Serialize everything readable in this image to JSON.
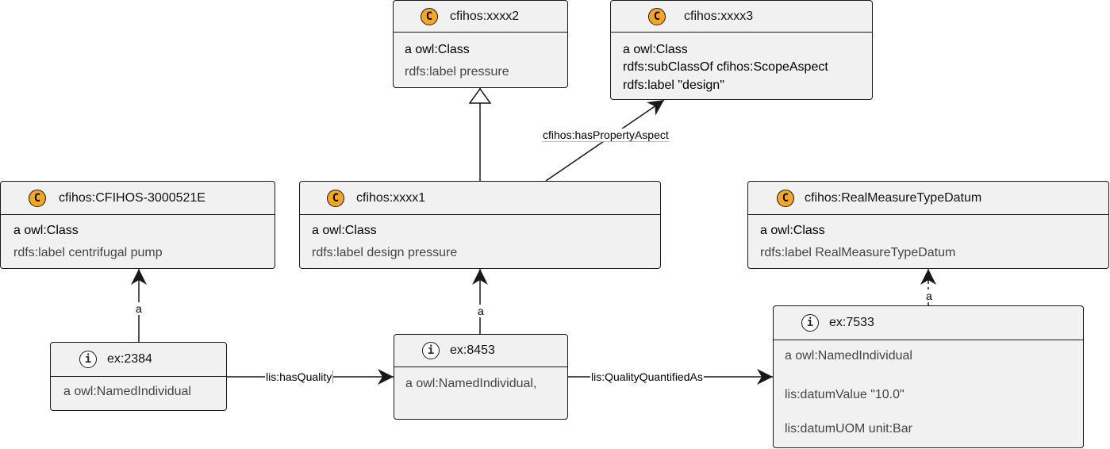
{
  "nodes": {
    "xxxx2": {
      "icon": "C",
      "title": "cfihos:xxxx2",
      "lines": [
        "a owl:Class",
        "rdfs:label pressure"
      ]
    },
    "xxxx3": {
      "icon": "C",
      "title": "cfihos:xxxx3",
      "lines": [
        "a owl:Class",
        "rdfs:subClassOf cfihos:ScopeAspect",
        "rdfs:label \"design\""
      ]
    },
    "cfihos_pump": {
      "icon": "C",
      "title": "cfihos:CFIHOS-3000521E",
      "lines": [
        "a owl:Class",
        "rdfs:label centrifugal pump"
      ]
    },
    "xxxx1": {
      "icon": "C",
      "title": "cfihos:xxxx1",
      "lines": [
        "a owl:Class",
        "rdfs:label design pressure"
      ]
    },
    "realmeasure": {
      "icon": "C",
      "title": "cfihos:RealMeasureTypeDatum",
      "lines": [
        "a owl:Class",
        "rdfs:label RealMeasureTypeDatum"
      ]
    },
    "ex2384": {
      "icon": "i",
      "title": "ex:2384",
      "lines": [
        "a owl:NamedIndividual"
      ]
    },
    "ex8453": {
      "icon": "i",
      "title": "ex:8453",
      "lines": [
        "a owl:NamedIndividual,"
      ]
    },
    "ex7533": {
      "icon": "i",
      "title": "ex:7533",
      "lines": [
        "a owl:NamedIndividual",
        "lis:datumValue \"10.0\"",
        "lis:datumUOM unit:Bar"
      ]
    }
  },
  "edges": {
    "subclass": {
      "label": ""
    },
    "has_property_aspect": {
      "label": "cfihos:hasPropertyAspect"
    },
    "a_2384": {
      "label": "a"
    },
    "a_8453": {
      "label": "a"
    },
    "a_7533": {
      "label": "a"
    },
    "has_quality": {
      "label": "lis:hasQuality"
    },
    "quality_quantified_as": {
      "label": "lis:QualityQuantifiedAs"
    }
  }
}
